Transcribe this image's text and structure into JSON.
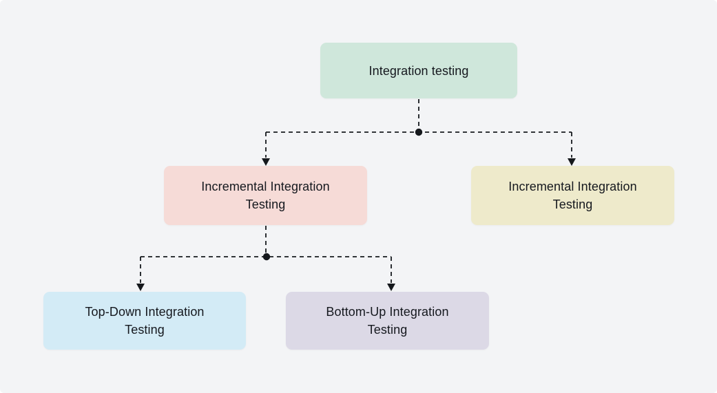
{
  "diagram": {
    "background_color": "#f3f4f6",
    "connector_color": "#15181c",
    "text_color": "#15181e",
    "nodes": {
      "root": {
        "label": "Integration testing",
        "fill_color": "#cfe7db"
      },
      "incremental_left": {
        "label": "Incremental Integration Testing",
        "fill_color": "#f6dbd7"
      },
      "incremental_right": {
        "label": "Incremental Integration Testing",
        "fill_color": "#eeeacb"
      },
      "top_down": {
        "label": "Top-Down Integration Testing",
        "fill_color": "#d3ebf6"
      },
      "bottom_up": {
        "label": "Bottom-Up Integration Testing",
        "fill_color": "#dcd9e6"
      }
    }
  }
}
